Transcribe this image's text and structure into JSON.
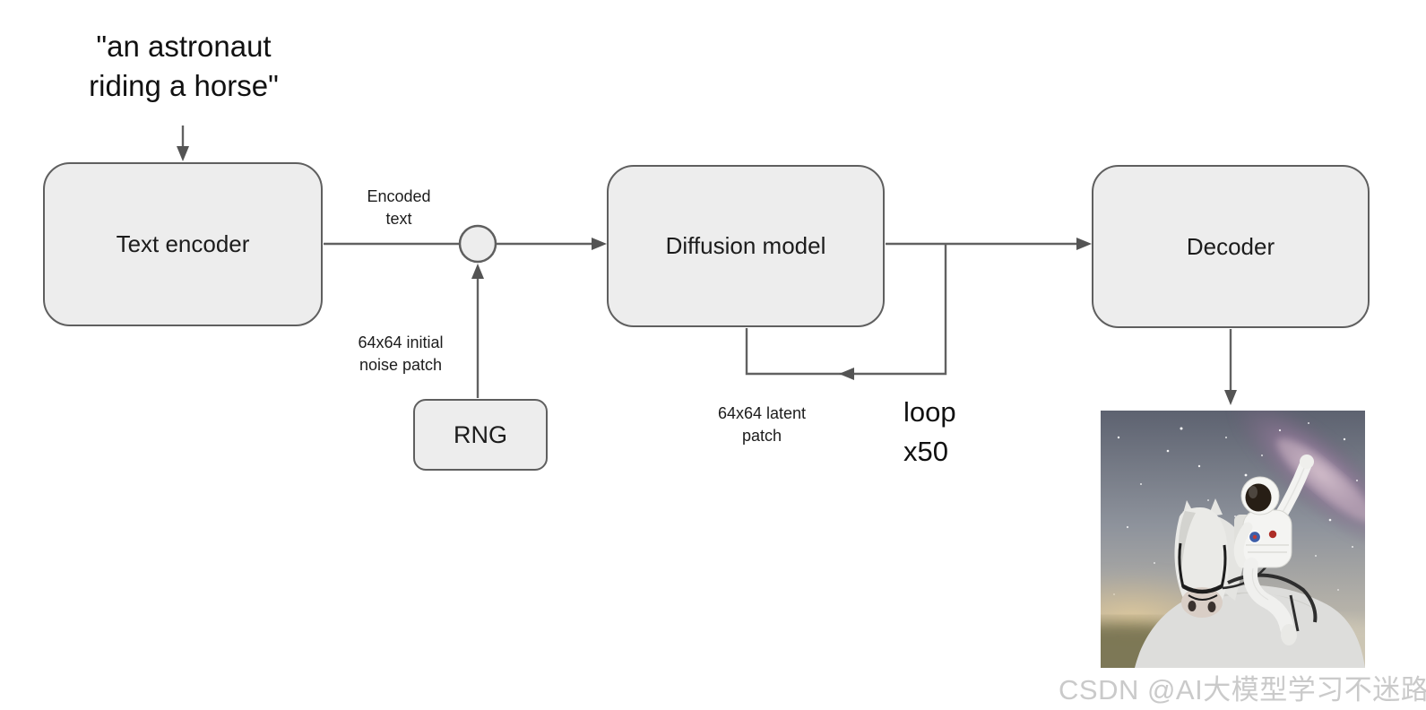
{
  "prompt": {
    "line1": "\"an astronaut",
    "line2": "riding a horse\""
  },
  "nodes": {
    "text_encoder": "Text encoder",
    "diffusion_model": "Diffusion model",
    "decoder": "Decoder",
    "rng": "RNG"
  },
  "labels": {
    "encoded_text": {
      "line1": "Encoded",
      "line2": "text"
    },
    "initial_noise": {
      "line1": "64x64 initial",
      "line2": "noise patch"
    },
    "latent_patch": {
      "line1": "64x64 latent",
      "line2": "patch"
    },
    "loop": {
      "line1": "loop",
      "line2": "x50"
    }
  },
  "output_image": {
    "alt": "Generated image: astronaut in white spacesuit riding a white horse, raising one arm, gray starry sky with purple galaxy"
  },
  "watermark": "CSDN @AI大模型学习不迷路",
  "colors": {
    "node_fill": "#ededed",
    "node_border": "#5f5f5f",
    "connector": "#616161",
    "text": "#1c1c1c",
    "watermark": "#c7c7c7",
    "background": "#ffffff"
  }
}
